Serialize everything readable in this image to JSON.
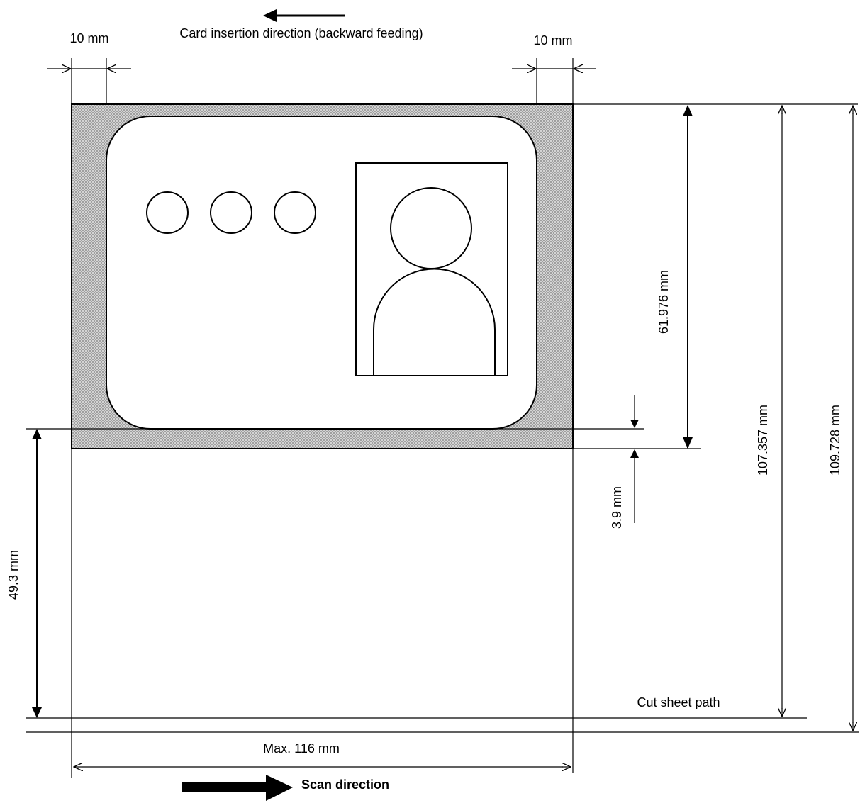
{
  "labels": {
    "left_margin": "10 mm",
    "right_margin": "10 mm",
    "insertion_direction": "Card insertion direction (backward feeding)",
    "dim_61976": "61.976 mm",
    "dim_3_9": "3.9 mm",
    "dim_107357": "107.357 mm",
    "dim_109728": "109.728 mm",
    "dim_49_3": "49.3 mm",
    "cut_sheet_path": "Cut sheet path",
    "max_width": "Max. 116 mm",
    "scan_direction": "Scan direction"
  },
  "colors": {
    "line": "#000000",
    "margin_fill": "#cfcfcf",
    "background": "#ffffff"
  }
}
